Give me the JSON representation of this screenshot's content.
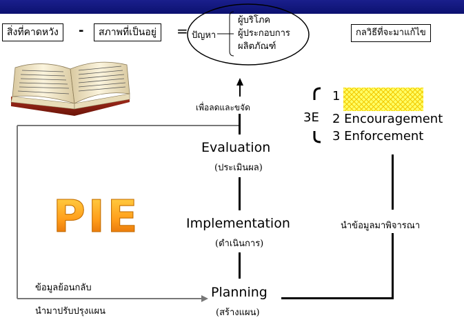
{
  "header": {
    "bar_color": "#141a80"
  },
  "equation": {
    "expected": "สิ่งที่คาดหวัง",
    "minus": "-",
    "current": "สภาพที่เป็นอยู่",
    "equals": "=",
    "problem": "ปัญหา",
    "problem_items": [
      "ผู้บริโภค",
      "ผู้ประกอบการ",
      "ผลิตภัณฑ์"
    ]
  },
  "strategy_box": "กลวิธีที่จะมาแก้ไข",
  "arrow_label": "เพื่อลดและขจัด",
  "stages": {
    "evaluation": "Evaluation",
    "evaluation_th": "(ประเมินผล)",
    "implementation": "Implementation",
    "implementation_th": "(ดำเนินการ)",
    "planning": "Planning",
    "planning_th": "(สร้างแผน)"
  },
  "logo_text": "PIE",
  "three_e": {
    "label": "3E",
    "items": [
      "1",
      "2 Encouragement",
      "3 Enforcement"
    ]
  },
  "consider_label": "นำข้อมูลมาพิจารณา",
  "feedback": {
    "line1": "ข้อมูลย้อนกลับ",
    "line2": "นำมาปรับปรุงแผน"
  }
}
